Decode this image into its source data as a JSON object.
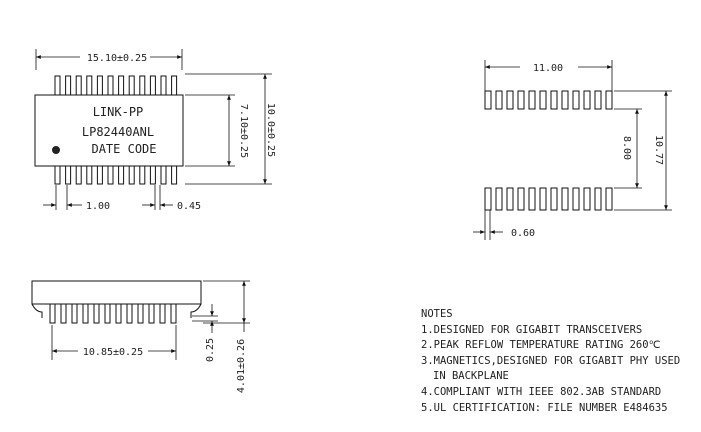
{
  "top_view": {
    "brand": "LINK-PP",
    "part_number": "LP82440ANL",
    "date_code": "DATE CODE",
    "dim_width": "15.10±0.25",
    "dim_body_height": "7.10±0.25",
    "dim_total_height": "10.0±0.25",
    "dim_pitch": "1.00",
    "dim_lead_width": "0.45"
  },
  "footprint": {
    "dim_width": "11.00",
    "dim_row_spacing": "8.00",
    "dim_total": "10.77",
    "dim_pad_width": "0.60"
  },
  "side_view": {
    "dim_lead_span": "10.85±0.25",
    "dim_standoff": "0.25",
    "dim_height": "4.01±0.26"
  },
  "notes": {
    "title": "NOTES",
    "items": [
      "1.DESIGNED FOR GIGABIT TRANSCEIVERS",
      "2.PEAK REFLOW TEMPERATURE RATING 260℃",
      "3.MAGNETICS,DESIGNED FOR GIGABIT PHY USED",
      "IN BACKPLANE",
      "4.COMPLIANT WITH IEEE 802.3AB STANDARD",
      "5.UL CERTIFICATION: FILE NUMBER E484635"
    ]
  }
}
